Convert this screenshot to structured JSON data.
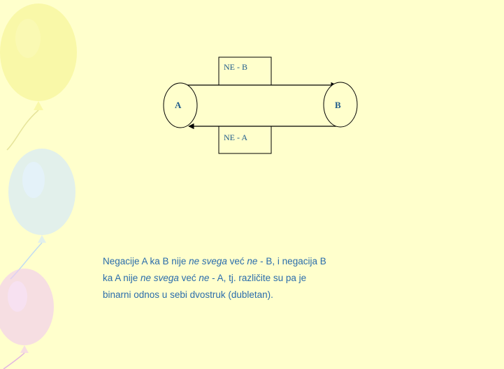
{
  "colors": {
    "background": "#ffffcc",
    "text": "#2a6cab",
    "stroke": "#000000",
    "balloon_yellow": "#f4f28a",
    "balloon_blue": "#cfe6ff",
    "balloon_pink": "#f0c8f0"
  },
  "diagram": {
    "node_a": "A",
    "node_b": "B",
    "top_box": "NE - B",
    "bottom_box": "NE - A"
  },
  "caption": {
    "line1": [
      {
        "text": "Negacije A ka B nije ",
        "italic": false
      },
      {
        "text": "ne svega",
        "italic": true
      },
      {
        "text": " već ",
        "italic": false
      },
      {
        "text": "ne",
        "italic": true
      },
      {
        "text": " - B, i negacija B",
        "italic": false
      }
    ],
    "line2": [
      {
        "text": "ka A nije ",
        "italic": false
      },
      {
        "text": "ne svega",
        "italic": true
      },
      {
        "text": " već ",
        "italic": false
      },
      {
        "text": "ne",
        "italic": true
      },
      {
        "text": " - A, tj. različite su pa je",
        "italic": false
      }
    ],
    "line3": [
      {
        "text": "binarni odnos u sebi dvostruk (dubletan).",
        "italic": false
      }
    ]
  }
}
